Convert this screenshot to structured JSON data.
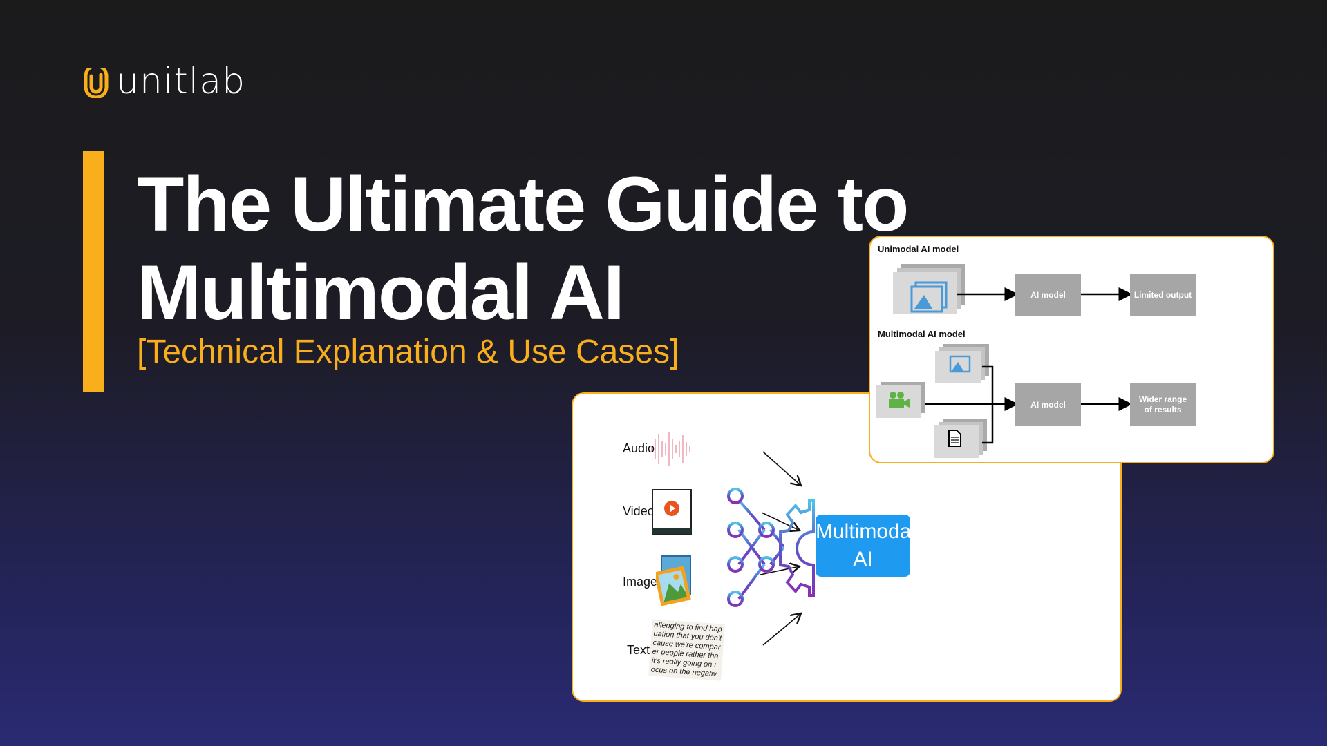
{
  "brand": {
    "name": "unitlab",
    "logo_icon": "paperclip-u-icon",
    "accent": "#f9ae1c"
  },
  "hero": {
    "title_line1": "The Ultimate Guide to",
    "title_line2": "Multimodal AI",
    "subtitle": "[Technical Explanation & Use Cases]"
  },
  "multimodal_figure": {
    "inputs": [
      {
        "label": "Audio",
        "icon": "audio-waveform-icon"
      },
      {
        "label": "Video",
        "icon": "video-player-icon"
      },
      {
        "label": "Image",
        "icon": "image-icon"
      },
      {
        "label": "Text",
        "icon": "text-snippet-icon"
      }
    ],
    "text_snippet": [
      "allenging to find hap",
      "uation that you don't",
      "cause we're compar",
      "er people rather tha",
      "it's really going on i",
      "ocus on the negativ"
    ],
    "output_label_line1": "Multimodal",
    "output_label_line2": "AI",
    "output_color": "#1e9af0"
  },
  "comparison_diagram": {
    "unimodal": {
      "heading": "Unimodal AI model",
      "model": "AI model",
      "output": "Limited output"
    },
    "multimodal": {
      "heading": "Multimodal AI model",
      "model": "AI model",
      "output": "Wider range of results"
    }
  }
}
